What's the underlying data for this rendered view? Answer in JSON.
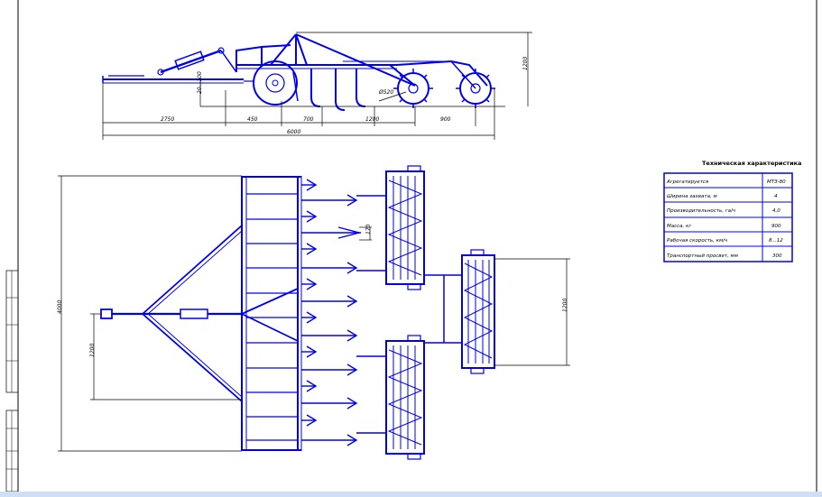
{
  "drawing": {
    "side_view": {
      "dims": {
        "overall_length": "6000",
        "seg_1": "2750",
        "seg_2": "450",
        "seg_3": "700",
        "seg_4": "1200",
        "seg_5": "900",
        "height": "1200",
        "depth": "20...100",
        "disc_diameter": "Ø520"
      }
    },
    "top_view": {
      "dims": {
        "working_width": "4000",
        "hitch_width": "1200",
        "roller_width": "1200",
        "tine_pitch": "170"
      }
    },
    "spec_table": {
      "title": "Техническая характеристика",
      "rows": [
        {
          "param": "Агрегатируется",
          "value": "МТЗ-80"
        },
        {
          "param": "Ширина захвата, м",
          "value": "4"
        },
        {
          "param": "Производительность, га/ч",
          "value": "4,0"
        },
        {
          "param": "Масса, кг",
          "value": "900"
        },
        {
          "param": "Рабочая скорость, км/ч",
          "value": "8...12"
        },
        {
          "param": "Транспортный просвет, мм",
          "value": "300"
        }
      ]
    },
    "colors": {
      "line": "#0000ee",
      "dimension": "#000000",
      "status_bar": "#cfe0f5"
    }
  }
}
